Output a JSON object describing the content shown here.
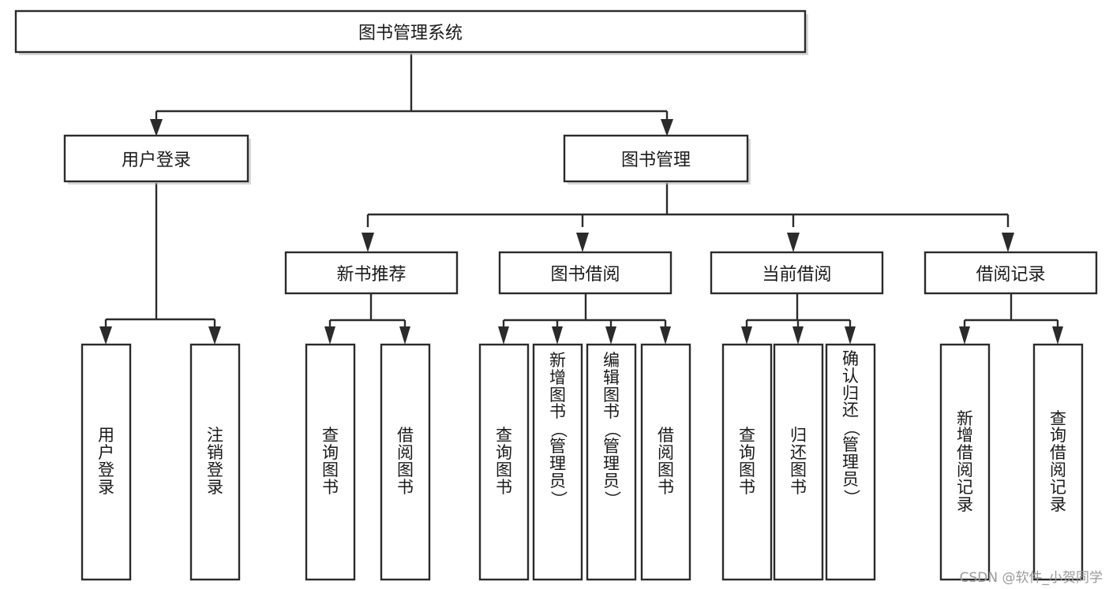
{
  "diagram": {
    "type": "tree-hierarchy",
    "title": "图书管理系统",
    "watermark": "CSDN @软件_小贺同学",
    "colors": {
      "stroke": "#2b2b2b",
      "fill": "#ffffff",
      "text": "#1a1a1a",
      "watermark": "#9a9a9a",
      "shadow": "#b8b8b8"
    },
    "levels": {
      "root": "图书管理系统",
      "level2": [
        "用户登录",
        "图书管理"
      ],
      "level3": [
        "新书推荐",
        "图书借阅",
        "当前借阅",
        "借阅记录"
      ]
    },
    "nodes": {
      "root": {
        "label": "图书管理系统",
        "orientation": "horizontal"
      },
      "user_login": {
        "label": "用户登录",
        "orientation": "horizontal"
      },
      "book_manage": {
        "label": "图书管理",
        "orientation": "horizontal"
      },
      "new_book_rec": {
        "label": "新书推荐",
        "orientation": "horizontal"
      },
      "book_borrow": {
        "label": "图书借阅",
        "orientation": "horizontal"
      },
      "current_borrow": {
        "label": "当前借阅",
        "orientation": "horizontal"
      },
      "borrow_record": {
        "label": "借阅记录",
        "orientation": "horizontal"
      },
      "leaf_user_login": {
        "label": "用户登录",
        "orientation": "vertical"
      },
      "leaf_logout": {
        "label": "注销登录",
        "orientation": "vertical"
      },
      "leaf_query_book_1": {
        "label": "查询图书",
        "orientation": "vertical"
      },
      "leaf_borrow_book_1": {
        "label": "借阅图书",
        "orientation": "vertical"
      },
      "leaf_query_book_2": {
        "label": "查询图书",
        "orientation": "vertical"
      },
      "leaf_add_book_admin": {
        "label": "新增图书（管理员）",
        "orientation": "vertical"
      },
      "leaf_edit_book_admin": {
        "label": "编辑图书（管理员）",
        "orientation": "vertical"
      },
      "leaf_borrow_book_2": {
        "label": "借阅图书",
        "orientation": "vertical"
      },
      "leaf_query_book_3": {
        "label": "查询图书",
        "orientation": "vertical"
      },
      "leaf_return_book": {
        "label": "归还图书",
        "orientation": "vertical"
      },
      "leaf_confirm_return_admin": {
        "label": "确认归还（管理员）",
        "orientation": "vertical"
      },
      "leaf_add_borrow_record": {
        "label": "新增借阅记录",
        "orientation": "vertical"
      },
      "leaf_query_borrow_record": {
        "label": "查询借阅记录",
        "orientation": "vertical"
      }
    },
    "edges": [
      {
        "from": "root",
        "to": "user_login"
      },
      {
        "from": "root",
        "to": "book_manage"
      },
      {
        "from": "user_login",
        "to": "leaf_user_login"
      },
      {
        "from": "user_login",
        "to": "leaf_logout"
      },
      {
        "from": "book_manage",
        "to": "new_book_rec"
      },
      {
        "from": "book_manage",
        "to": "book_borrow"
      },
      {
        "from": "book_manage",
        "to": "current_borrow"
      },
      {
        "from": "book_manage",
        "to": "borrow_record"
      },
      {
        "from": "new_book_rec",
        "to": "leaf_query_book_1"
      },
      {
        "from": "new_book_rec",
        "to": "leaf_borrow_book_1"
      },
      {
        "from": "book_borrow",
        "to": "leaf_query_book_2"
      },
      {
        "from": "book_borrow",
        "to": "leaf_add_book_admin"
      },
      {
        "from": "book_borrow",
        "to": "leaf_edit_book_admin"
      },
      {
        "from": "book_borrow",
        "to": "leaf_borrow_book_2"
      },
      {
        "from": "current_borrow",
        "to": "leaf_query_book_3"
      },
      {
        "from": "current_borrow",
        "to": "leaf_return_book"
      },
      {
        "from": "current_borrow",
        "to": "leaf_confirm_return_admin"
      },
      {
        "from": "borrow_record",
        "to": "leaf_add_borrow_record"
      },
      {
        "from": "borrow_record",
        "to": "leaf_query_borrow_record"
      }
    ]
  }
}
